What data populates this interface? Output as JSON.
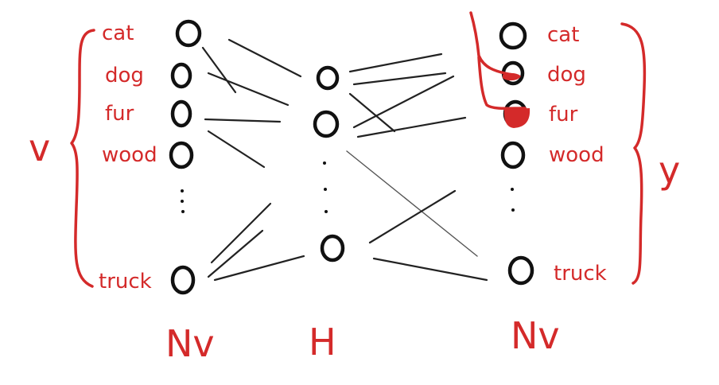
{
  "input_layer": {
    "labels": [
      "cat",
      "dog",
      "fur",
      "wood",
      "truck"
    ],
    "brace_label": "v",
    "size_label": "Nv"
  },
  "hidden_layer": {
    "size_label": "H"
  },
  "output_layer": {
    "labels": [
      "cat",
      "dog",
      "fur",
      "wood",
      "truck"
    ],
    "brace_label": "y",
    "size_label": "Nv"
  },
  "colors": {
    "annotation": "#d42a2a",
    "ink": "#111111"
  }
}
